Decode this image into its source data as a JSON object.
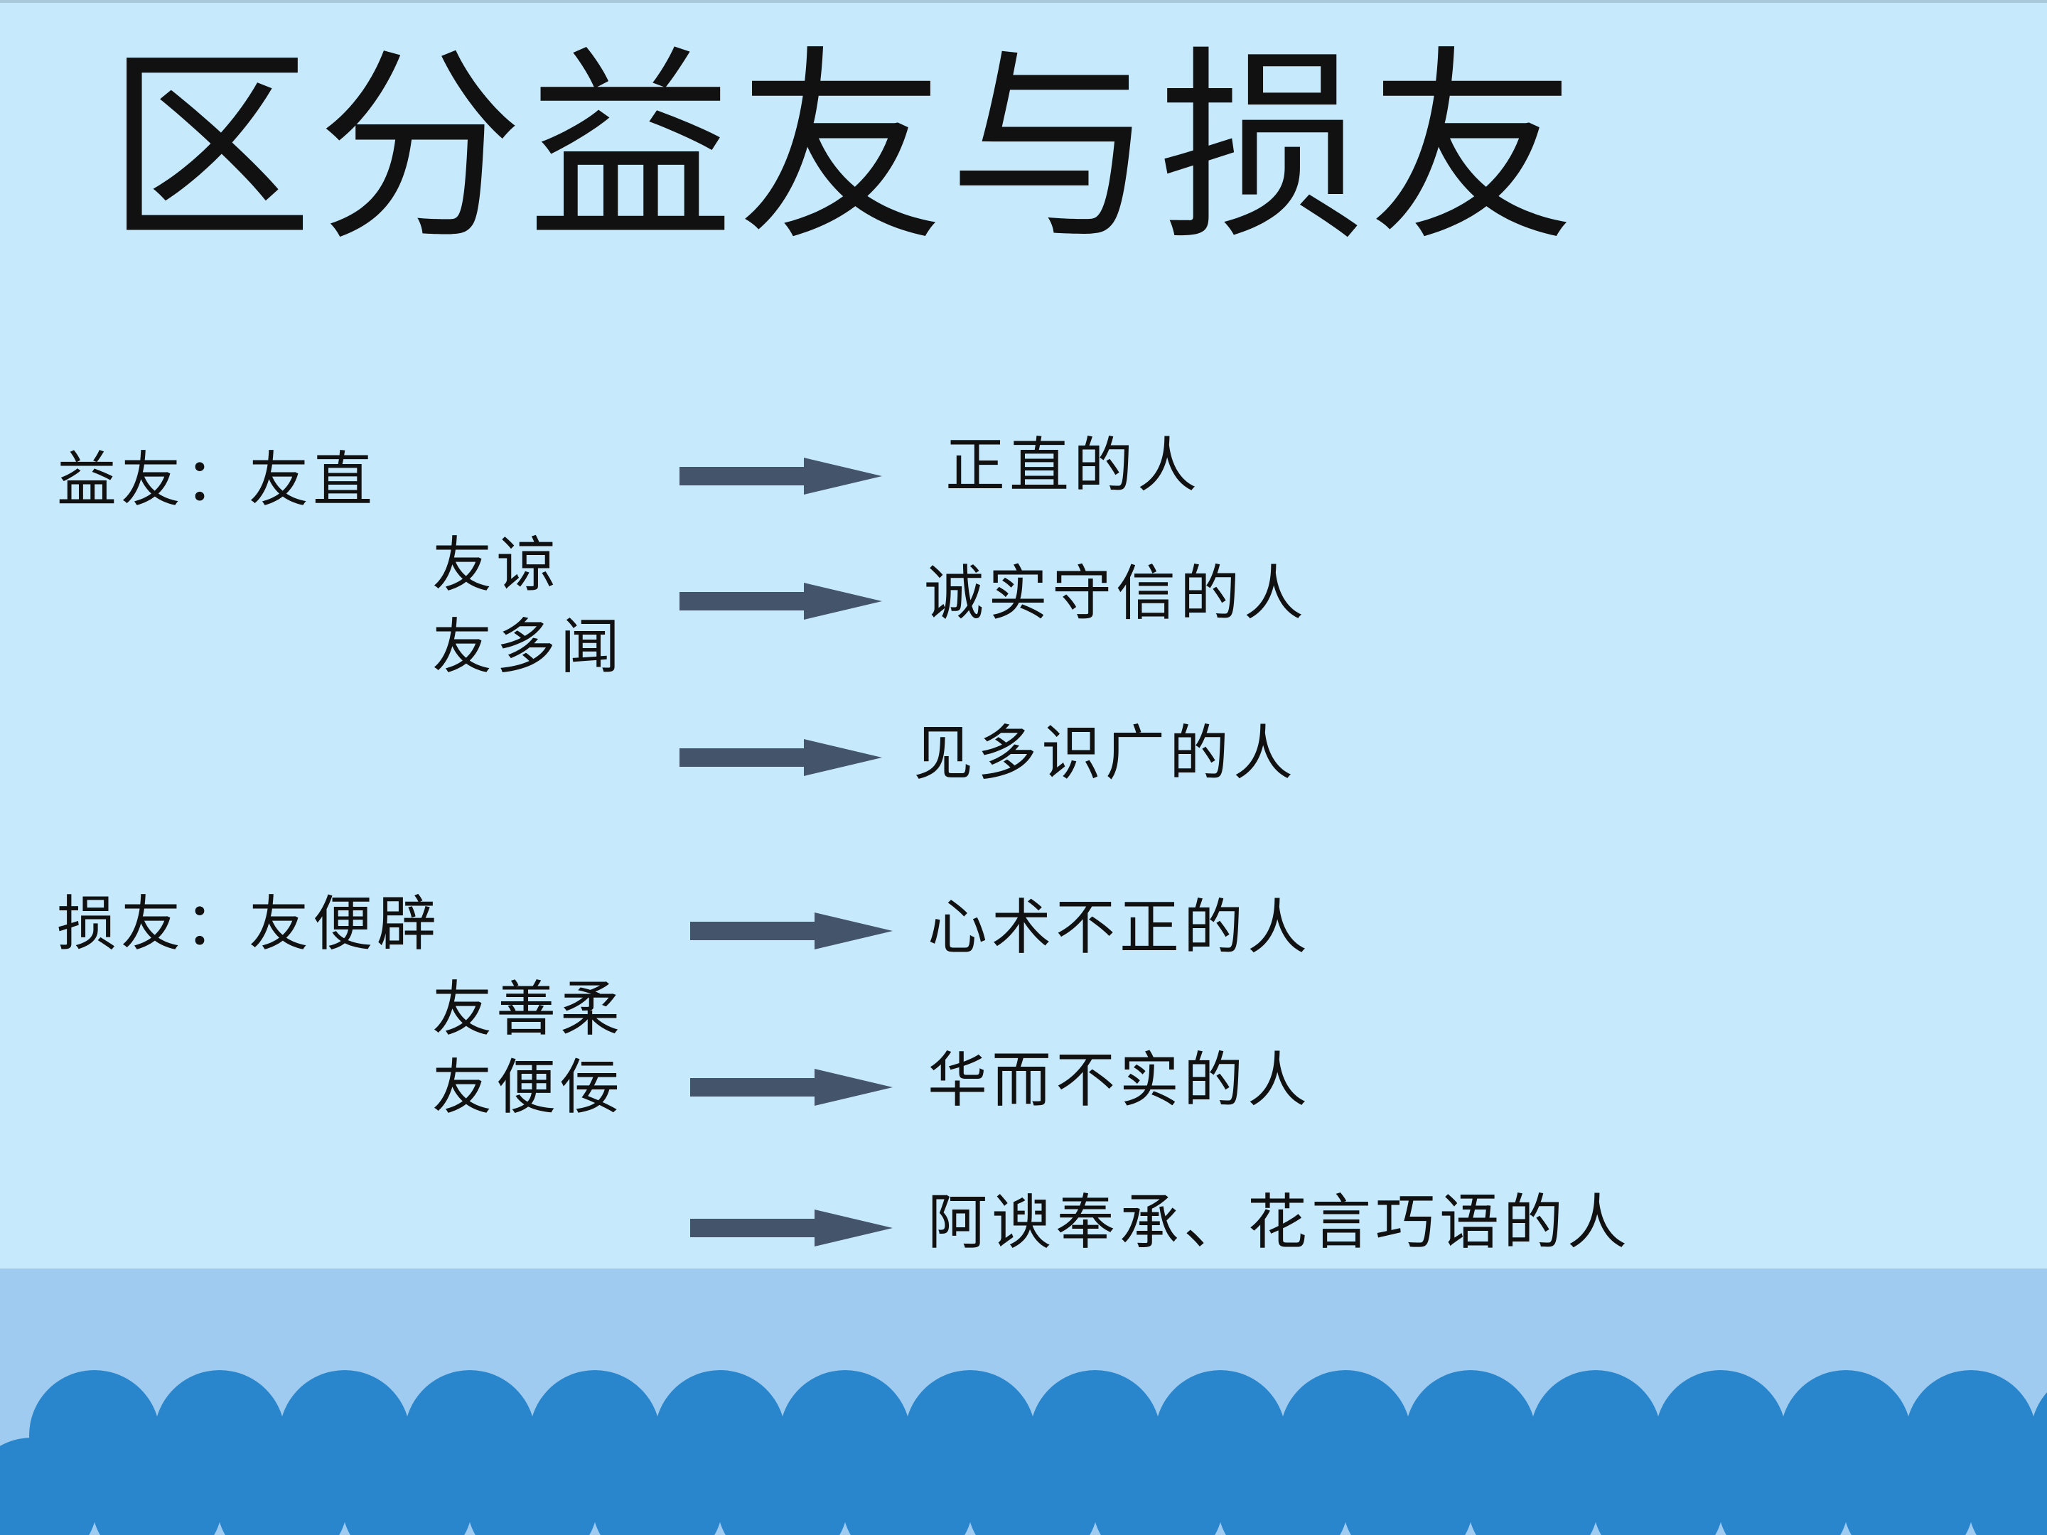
{
  "title": "区分益友与损友",
  "good": {
    "heading": "益友：友直",
    "items": [
      "友谅",
      "友多闻"
    ],
    "results": [
      "正直的人",
      "诚实守信的人",
      "见多识广的人"
    ]
  },
  "bad": {
    "heading": "损友：友便辟",
    "items": [
      "友善柔",
      "友便佞"
    ],
    "results": [
      "心术不正的人",
      "华而不实的人",
      "阿谀奉承、花言巧语的人"
    ]
  },
  "colors": {
    "background": "#c7e9fc",
    "arrow": "#44546a",
    "footer_band": "#9fcbf0",
    "wave": "#2a86cc"
  }
}
